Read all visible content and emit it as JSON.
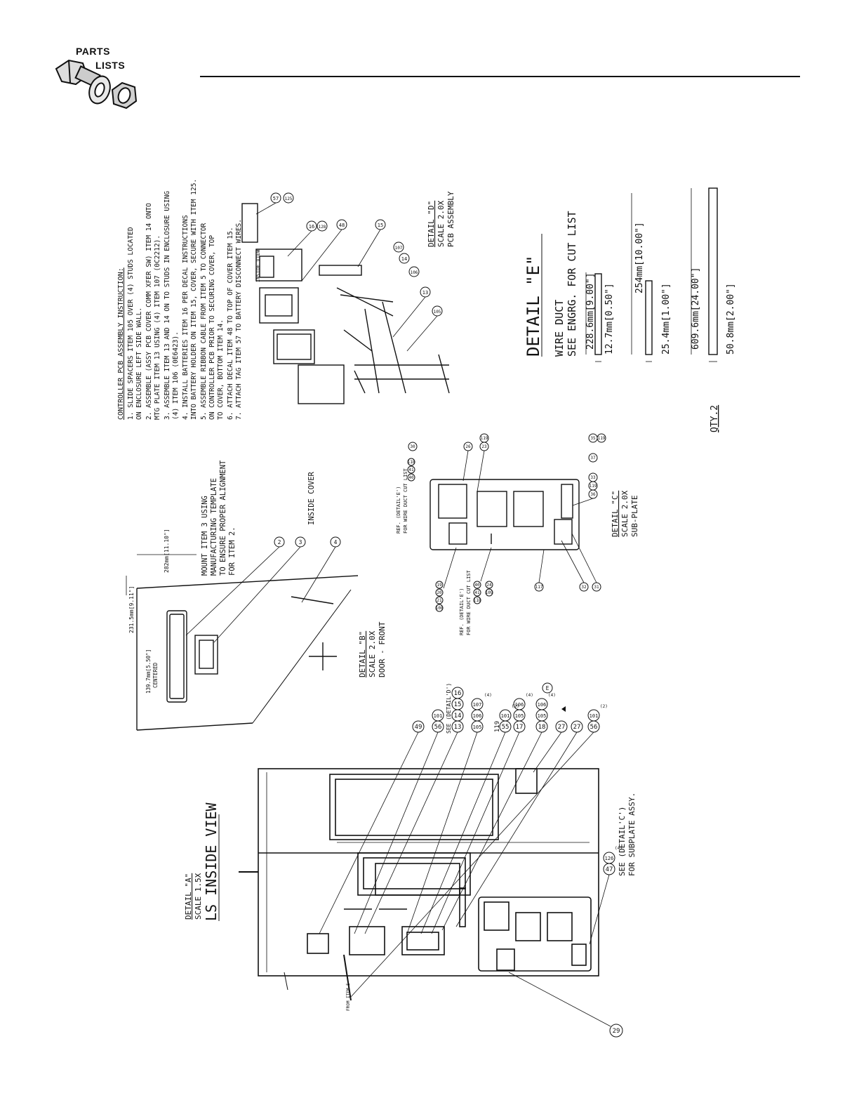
{
  "header": {
    "logo_line1": "PARTS",
    "logo_line2": "LISTS"
  },
  "instructions": {
    "title": "CONTROLLER PCB ASSEMBLY INSTRUCTION:",
    "lines": [
      "1. SLIDE SPACERS ITEM 105 OVER (4) STUDS LOCATED",
      "   ON ENCLOSURE LEFT SIDE WALL.",
      "2. ASSEMBLE (ASSY PCB COVER COMM XFER SW) ITEM 14 ONTO",
      "   MTG PLATE ITEM 13 USING (4) ITEM 107 (0C2212).",
      "3. ASSEMBLE ITEM 13 AND 14 ON TO STUDS IN ENCLOSURE USING",
      "   (4) ITEM 106 (0E6423).",
      "4. INSTALL BATTERIES ITEM 16 PER DECAL INSTRUCTIONS",
      "   INTO BATTERY HOLDER ON ITEM 15, COVER, SECURE WITH ITEM 125.",
      "5. ASSEMBLE RIBBON CABLE FROM ITEM 5 TO CONNECTOR",
      "   ON CONTROLLER PCB PRIOR TO SECURING COVER, TOP",
      "   TO COVER, BOTTOM ITEM 14.",
      "6. ATTACH DECAL ITEM 48 TO TOP OF COVER ITEM 15.",
      "7. ATTACH TAG ITEM 57 TO BATTERY DISCONNECT WIRES."
    ],
    "inside_view": "INSIDE VIEW"
  },
  "detail_d": {
    "title": "DETAIL \"D\"",
    "scale": "SCALE 2.0X",
    "desc": "PCB ASSEMBLY",
    "balloons": [
      "57",
      "125",
      "16",
      "128",
      "48",
      "15",
      "107",
      "14",
      "106",
      "13",
      "105"
    ]
  },
  "detail_e": {
    "title": "DETAIL \"E\"",
    "subtitle1": "WIRE DUCT",
    "subtitle2": "SEE ENGRG. FOR CUT LIST",
    "dims": [
      "228.6mm[9.00\"]",
      "12.7mm[0.50\"]",
      "254mm[10.00\"]",
      "25.4mm[1.00\"]",
      "609.6mm[24.00\"]",
      "50.8mm[2.00\"]"
    ],
    "qty": "QTY.2"
  },
  "detail_b": {
    "title": "DETAIL \"B\"",
    "scale": "SCALE 2.0X",
    "desc": "DOOR - FRONT",
    "dim_top": "231.5mm[9.11\"]",
    "dim_right": "282mm[11.10\"]",
    "dim_left1": "139.7mm[5.50\"]",
    "dim_left2": "CENTERED",
    "note_lines": [
      "MOUNT ITEM 3 USING",
      "MANUFACTURING TEMPLATE",
      "TO ENSURE PROPER ALIGNMENT",
      "FOR ITEM 2."
    ],
    "inside_cover": "INSIDE COVER",
    "balloons": [
      "2",
      "3",
      "4"
    ]
  },
  "detail_c": {
    "title": "DETAIL \"C\"",
    "scale": "SCALE 2.0X",
    "desc": "SUB-PLATE",
    "ref_top1": "REF. (DETAIL'E')",
    "ref_top2": "FOR WIRE DUCT CUT LIST",
    "ref_bot1": "REF. (DETAIL'E')",
    "ref_bot2": "FOR WIRE DUCT CUT LIST",
    "balloons_top": [
      "40",
      "41",
      "118",
      "30"
    ],
    "balloons_right": [
      "26",
      "23",
      "119",
      "35",
      "119",
      "37",
      "33",
      "119",
      "36"
    ],
    "balloons_left": [
      "108",
      "21",
      "20",
      "19",
      "118",
      "41",
      "40",
      "109",
      "24",
      "117",
      "32",
      "31"
    ]
  },
  "detail_a": {
    "title": "DETAIL \"A\"",
    "scale": "SCALE 1.5X",
    "view": "LS INSIDE VIEW",
    "callouts": [
      {
        "items": [
          "49"
        ],
        "note": ""
      },
      {
        "items": [
          "56",
          "101"
        ],
        "note": ""
      },
      {
        "items": [
          "13",
          "14",
          "15",
          "16"
        ],
        "note": "SEE (DETAIL'D')"
      },
      {
        "items": [
          "105",
          "106",
          "107"
        ],
        "note": "(4)"
      },
      {
        "items": [
          "119"
        ],
        "note": ""
      },
      {
        "items": [
          "55",
          "101"
        ],
        "note": "(2)"
      },
      {
        "items": [
          "17",
          "105",
          "106"
        ],
        "note": "(4)"
      },
      {
        "items": [
          "18",
          "105",
          "106"
        ],
        "note": "(4)"
      },
      {
        "items": [
          "27"
        ],
        "note": ""
      },
      {
        "items": [
          "27"
        ],
        "note": ""
      },
      {
        "items": [
          "56",
          "101"
        ],
        "note": "(2)"
      }
    ],
    "callout_e": "E",
    "bottom_callout_items": [
      "47",
      "126"
    ],
    "bottom_callout_qty": "(4)",
    "bottom_note1": "SEE (DETAIL'C')",
    "bottom_note2": "FOR SUBPLATE ASSY.",
    "from_item_label": "FROM ITEM 5",
    "balloon_29": "29"
  }
}
